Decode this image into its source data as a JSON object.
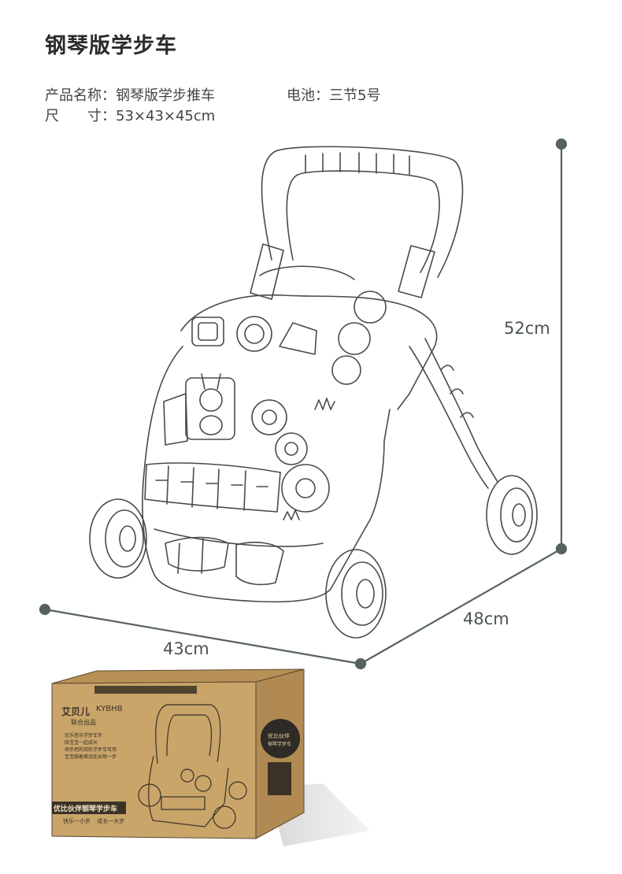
{
  "title": "钢琴版学步车",
  "specs": {
    "name_label": "产品名称：",
    "name_value": "钢琴版学步推车",
    "battery_label": "电池：",
    "battery_value": "三节5号",
    "size_label_1": "尺",
    "size_label_2": "寸：",
    "size_value": "53×43×45cm"
  },
  "dimensions": {
    "height": "52cm",
    "depth": "48cm",
    "width": "43cm"
  },
  "box": {
    "brand_cn": "艾贝儿",
    "brand_en": "KYBHB",
    "brand_sub": "联合出品",
    "slogan_lines": [
      "欢乐音乐学步车伴",
      "陪宝宝一起成长",
      "倾手把的双轮学步车可用",
      "宝宝随着推动走出每一步"
    ],
    "badge_line1": "优比伙伴",
    "badge_line2": "钢琴学步车",
    "product_name": "优比伙伴钢琴学步车",
    "tagline_a": "快乐一小步",
    "tagline_b": "成长一大步"
  },
  "colors": {
    "accent_line": "#56625d",
    "box_kraft": "#c9a56a",
    "box_dark": "#3b3126"
  }
}
